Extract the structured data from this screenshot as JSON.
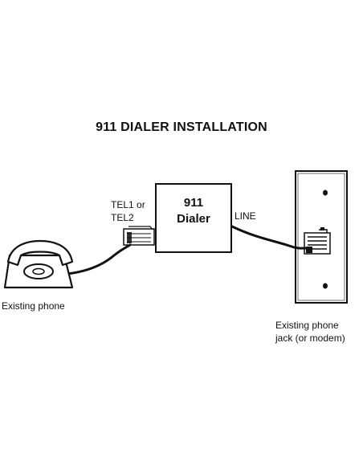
{
  "title": "911 DIALER INSTALLATION",
  "dialer": {
    "line1": "911",
    "line2": "Dialer"
  },
  "ports": {
    "tel_line1": "TEL1 or",
    "tel_line2": "TEL2",
    "line": "LINE"
  },
  "phone_label": "Existing phone",
  "jack_label": {
    "line1": "Existing phone",
    "line2": "jack (or modem)"
  },
  "colors": {
    "ink": "#111111",
    "background": "#ffffff"
  },
  "icons": [
    "telephone-icon",
    "rj11-connector-icon",
    "wall-plate-icon"
  ]
}
